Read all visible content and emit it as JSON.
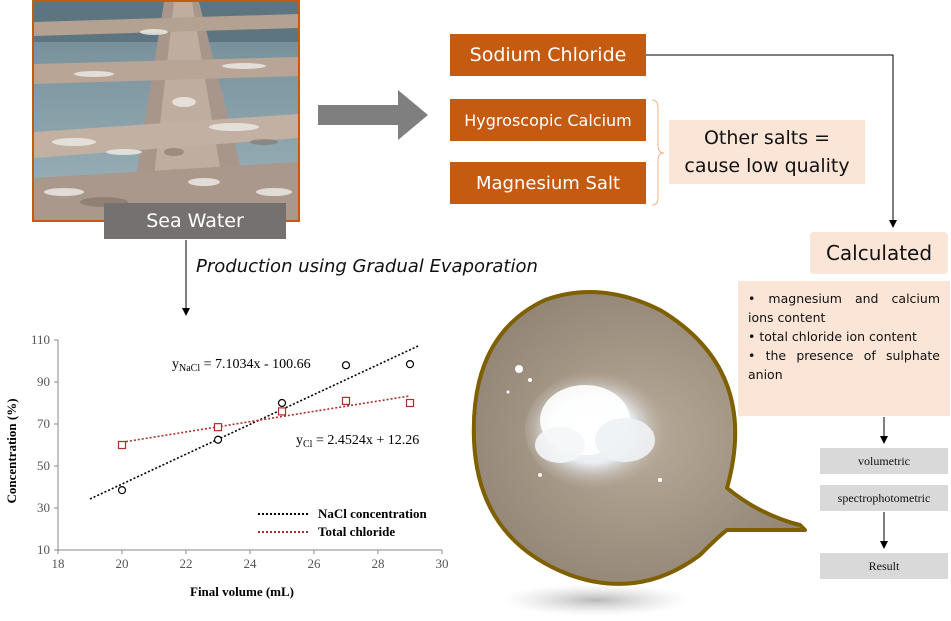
{
  "labels": {
    "sodium_chloride": "Sodium Chloride",
    "hygroscopic_calcium": "Hygroscopic Calcium",
    "magnesium_salt": "Magnesium Salt",
    "sea_water": "Sea Water",
    "other_salts_line1": "Other salts =",
    "other_salts_line2": "cause low quality",
    "calculated": "Calculated",
    "production": "Production using Gradual Evaporation",
    "volumetric": "volumetric",
    "spectrophotometric": "spectrophotometric",
    "result": "Result"
  },
  "calculated_items": [
    "•  magnesium and calcium ions content",
    "• total chloride ion content",
    "•  the presence of sulphate anion"
  ],
  "colors": {
    "orange": "#c55a11",
    "peach": "#fbe5d6",
    "grey_box": "#767171",
    "light_grey": "#d9d9d9",
    "olive_ring": "#7f6000",
    "nacl_line": "#000000",
    "chloride_line": "#a9302b"
  },
  "chart_data": {
    "type": "scatter",
    "xlabel": "Final volume (mL)",
    "ylabel": "Concentration (%)",
    "xlim": [
      18,
      30
    ],
    "ylim": [
      10,
      110
    ],
    "xticks": [
      "18",
      "20",
      "22",
      "24",
      "26",
      "28",
      "30"
    ],
    "yticks": [
      "10",
      "30",
      "50",
      "70",
      "90",
      "110"
    ],
    "series": [
      {
        "name": "NaCl concentration",
        "marker": "circle",
        "x": [
          20,
          23,
          25,
          27,
          29
        ],
        "y": [
          38.5,
          62.5,
          80,
          98,
          98.5
        ],
        "trend": {
          "slope": 7.1034,
          "intercept": -100.66,
          "x_range": [
            19,
            29.3
          ]
        }
      },
      {
        "name": "Total chloride",
        "marker": "square",
        "x": [
          20,
          23,
          25,
          27,
          29
        ],
        "y": [
          60,
          68.5,
          76,
          81,
          80
        ],
        "trend": {
          "slope": 2.4524,
          "intercept": 12.26,
          "x_range": [
            20,
            29
          ]
        }
      }
    ],
    "equations": {
      "nacl_prefix": "y",
      "nacl_sub": "NaCl",
      "nacl_rest": " = 7.1034x - 100.66",
      "cl_prefix": "y",
      "cl_sub": "Cl",
      "cl_rest": " = 2.4524x + 12.26"
    },
    "legend_position": "bottom-right",
    "grid": false
  }
}
